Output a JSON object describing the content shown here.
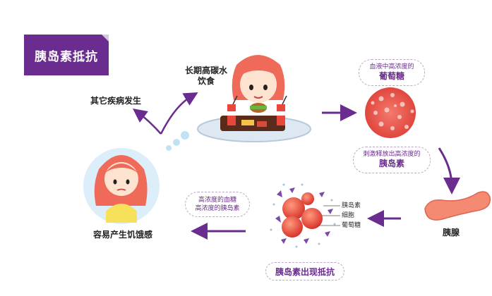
{
  "title": "胰岛素抵抗",
  "labels": {
    "diet_line1": "长期高碳水",
    "diet_line2": "饮食",
    "other_disease": "其它疾病发生",
    "blood_sugar_line1": "血液中高浓度的",
    "blood_sugar_line2": "葡萄糖",
    "stimulate_line1": "刺激释放出高浓度的",
    "stimulate_line2": "胰岛素",
    "pancreas": "胰腺",
    "high_conc_line1": "高浓度的血糖",
    "high_conc_line2": "高浓度的胰岛素",
    "resistance": "胰岛素出现抵抗",
    "hunger": "容易产生饥饿感"
  },
  "legend": {
    "insulin": "胰岛素",
    "cell": "细胞",
    "glucose": "葡萄糖"
  },
  "colors": {
    "purple": "#6a2c8e",
    "arrow": "#6a2c8e",
    "skin": "#fde3d0",
    "hair": "#f06a5a",
    "cell": "#e8463c",
    "pancreas": "#f48a72"
  }
}
